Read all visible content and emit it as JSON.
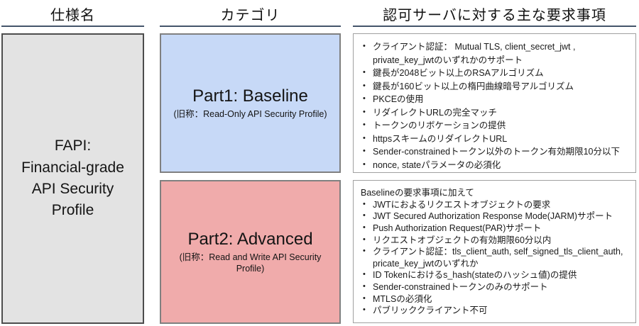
{
  "headers": {
    "spec": "仕様名",
    "category": "カテゴリ",
    "requirements": "認可サーバに対する主な要求事項"
  },
  "spec_box": {
    "title": "FAPI:\nFinancial-grade\nAPI Security\nProfile"
  },
  "category": {
    "part1": {
      "title": "Part1: Baseline",
      "subtitle": "(旧称：Read-Only API Security Profile)"
    },
    "part2": {
      "title": "Part2: Advanced",
      "subtitle": "(旧称：Read and Write API Security Profile)"
    }
  },
  "requirements_part1": {
    "items": [
      "クライアント認証： Mutual TLS, client_secret_jwt , private_key_jwtのいずれかのサポート",
      "鍵長が2048ビット以上のRSAアルゴリズム",
      "鍵長が160ビット以上の楕円曲線暗号アルゴリズム",
      "PKCEの使用",
      "リダイレクトURLの完全マッチ",
      "トークンのリボケーションの提供",
      "httpsスキームのリダイレクトURL",
      "Sender-constrainedトークン以外のトークン有効期限10分以下",
      "nonce, stateパラメータの必須化"
    ]
  },
  "requirements_part2": {
    "intro": "Baselineの要求事項に加えて",
    "items": [
      "JWTにおよるリクエストオブジェクトの要求",
      "JWT Secured Authorization Response Mode(JARM)サポート",
      "Push Authorization Request(PAR)サポート",
      "リクエストオブジェクトの有効期限60分以内",
      "クライアント認証：tls_client_auth, self_signed_tls_client_auth, pricate_key_jwtのいずれか",
      "ID Tokenにおけるs_hash(stateのハッシュ値)の提供",
      "Sender-constrainedトークンのみのサポート",
      "MTLSの必須化",
      "パブリッククライアント不可"
    ]
  },
  "colors": {
    "spec_box_bg": "#e3e3e3",
    "part1_bg": "#c7d9f7",
    "part2_bg": "#f0abab",
    "header_underline": "#44546a",
    "spec_border": "#4d4d4d",
    "category_border": "#808080",
    "requirements_border": "#a0a0a0"
  }
}
